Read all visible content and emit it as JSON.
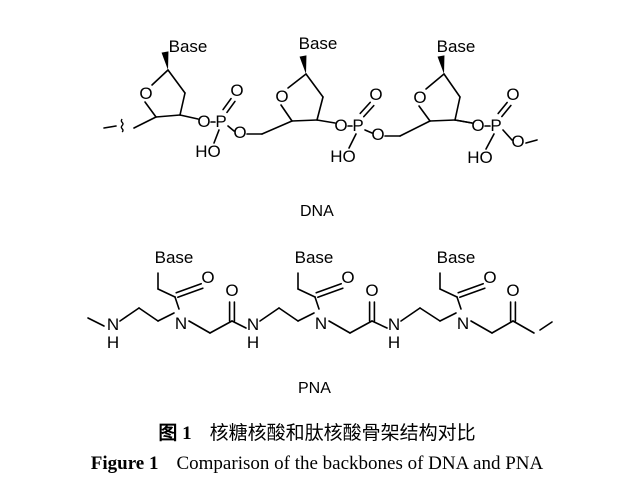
{
  "figure": {
    "dna": {
      "name": "DNA",
      "base_label": "Base",
      "ring_o": "O",
      "phosphorus": "P",
      "oxygen": "O",
      "hydroxyl": "HO"
    },
    "pna": {
      "name": "PNA",
      "base_label": "Base",
      "oxygen": "O",
      "nitrogen": "N",
      "hydrogen": "H"
    },
    "caption_cn": {
      "label": "图 1",
      "text": "核糖核酸和肽核酸骨架结构对比"
    },
    "caption_en": {
      "label": "Figure 1",
      "text": "Comparison of the backbones of DNA and PNA"
    }
  }
}
